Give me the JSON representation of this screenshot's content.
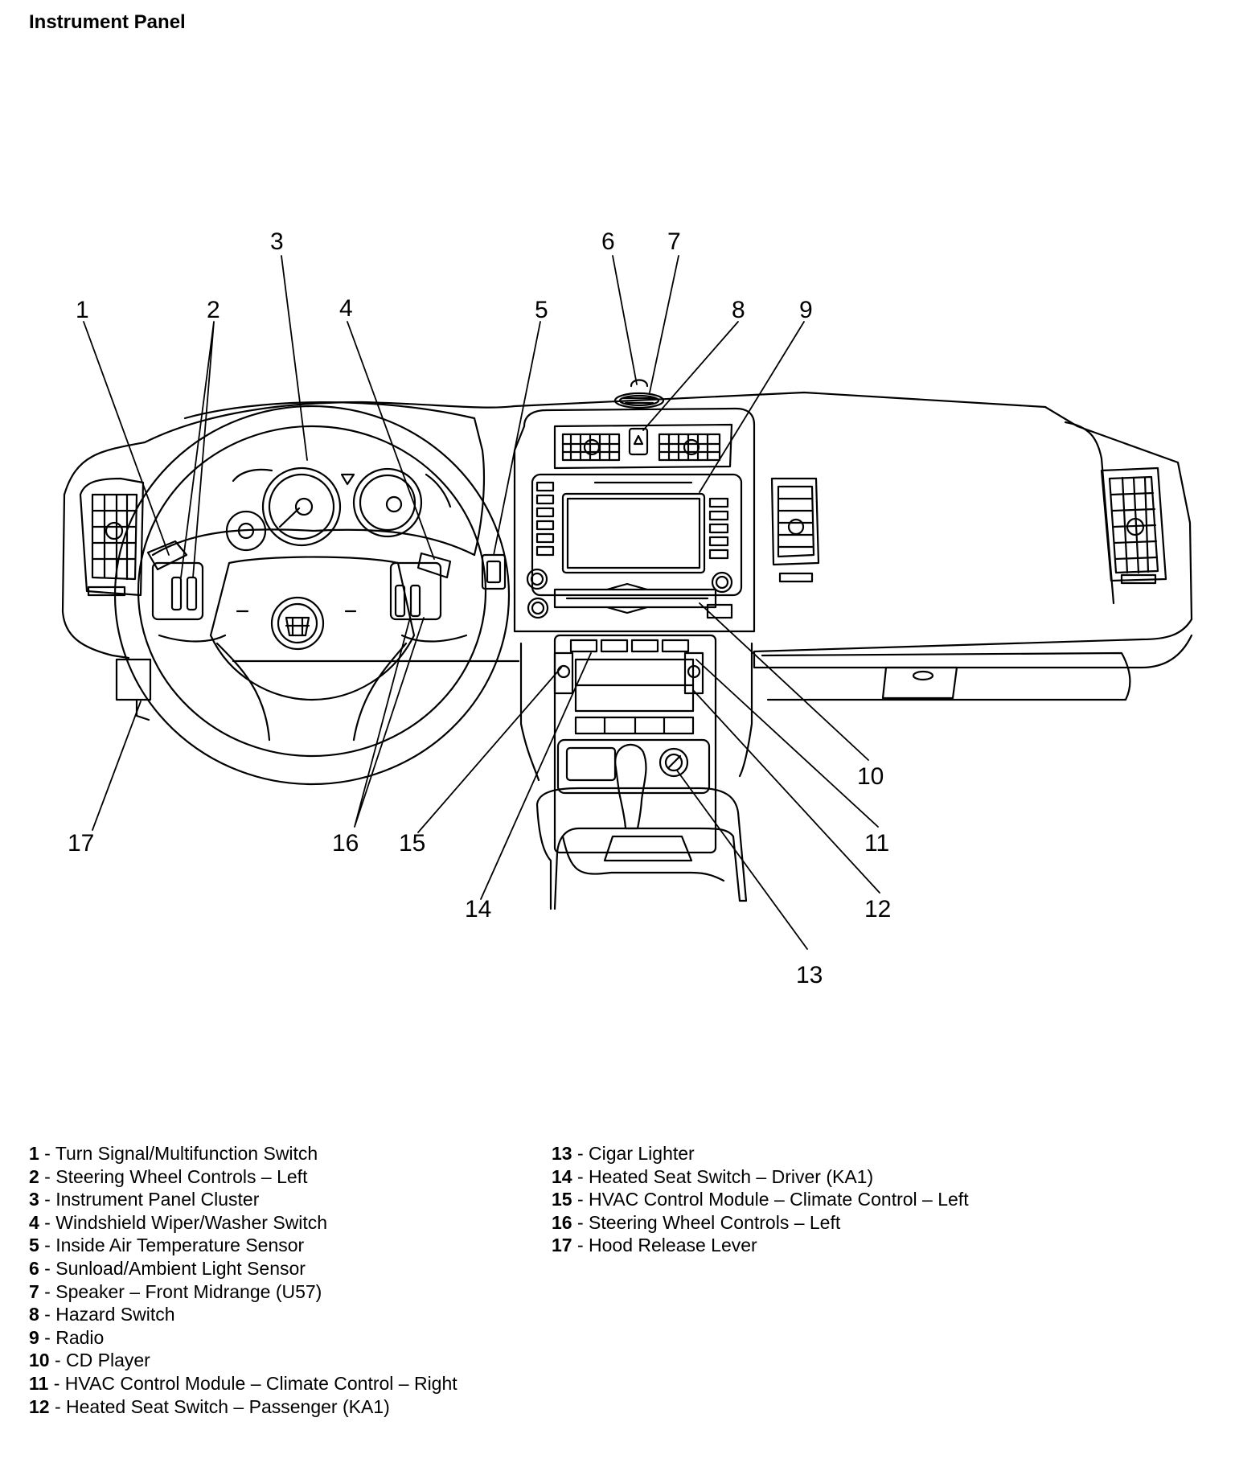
{
  "title": "Instrument Panel",
  "callouts": [
    "1",
    "2",
    "3",
    "4",
    "5",
    "6",
    "7",
    "8",
    "9",
    "10",
    "11",
    "12",
    "13",
    "14",
    "15",
    "16",
    "17"
  ],
  "legend": {
    "left": [
      {
        "num": "1",
        "text": " - Turn Signal/Multifunction Switch"
      },
      {
        "num": "2",
        "text": " - Steering Wheel Controls – Left"
      },
      {
        "num": "3",
        "text": " - Instrument Panel Cluster"
      },
      {
        "num": "4",
        "text": " - Windshield Wiper/Washer Switch"
      },
      {
        "num": "5",
        "text": " - Inside Air Temperature Sensor"
      },
      {
        "num": "6",
        "text": " - Sunload/Ambient Light Sensor"
      },
      {
        "num": "7",
        "text": " - Speaker – Front Midrange (U57)"
      },
      {
        "num": "8",
        "text": " - Hazard Switch"
      },
      {
        "num": "9",
        "text": " - Radio"
      },
      {
        "num": "10",
        "text": " - CD Player"
      },
      {
        "num": "11",
        "text": " - HVAC Control Module – Climate Control – Right"
      },
      {
        "num": "12",
        "text": " - Heated Seat Switch – Passenger (KA1)"
      }
    ],
    "right": [
      {
        "num": "13",
        "text": " - Cigar Lighter"
      },
      {
        "num": "14",
        "text": " - Heated Seat Switch – Driver (KA1)"
      },
      {
        "num": "15",
        "text": " - HVAC Control Module – Climate Control – Left"
      },
      {
        "num": "16",
        "text": " - Steering Wheel Controls – Left"
      },
      {
        "num": "17",
        "text": " - Hood Release Lever"
      }
    ]
  },
  "logo": "cadillac-crest"
}
